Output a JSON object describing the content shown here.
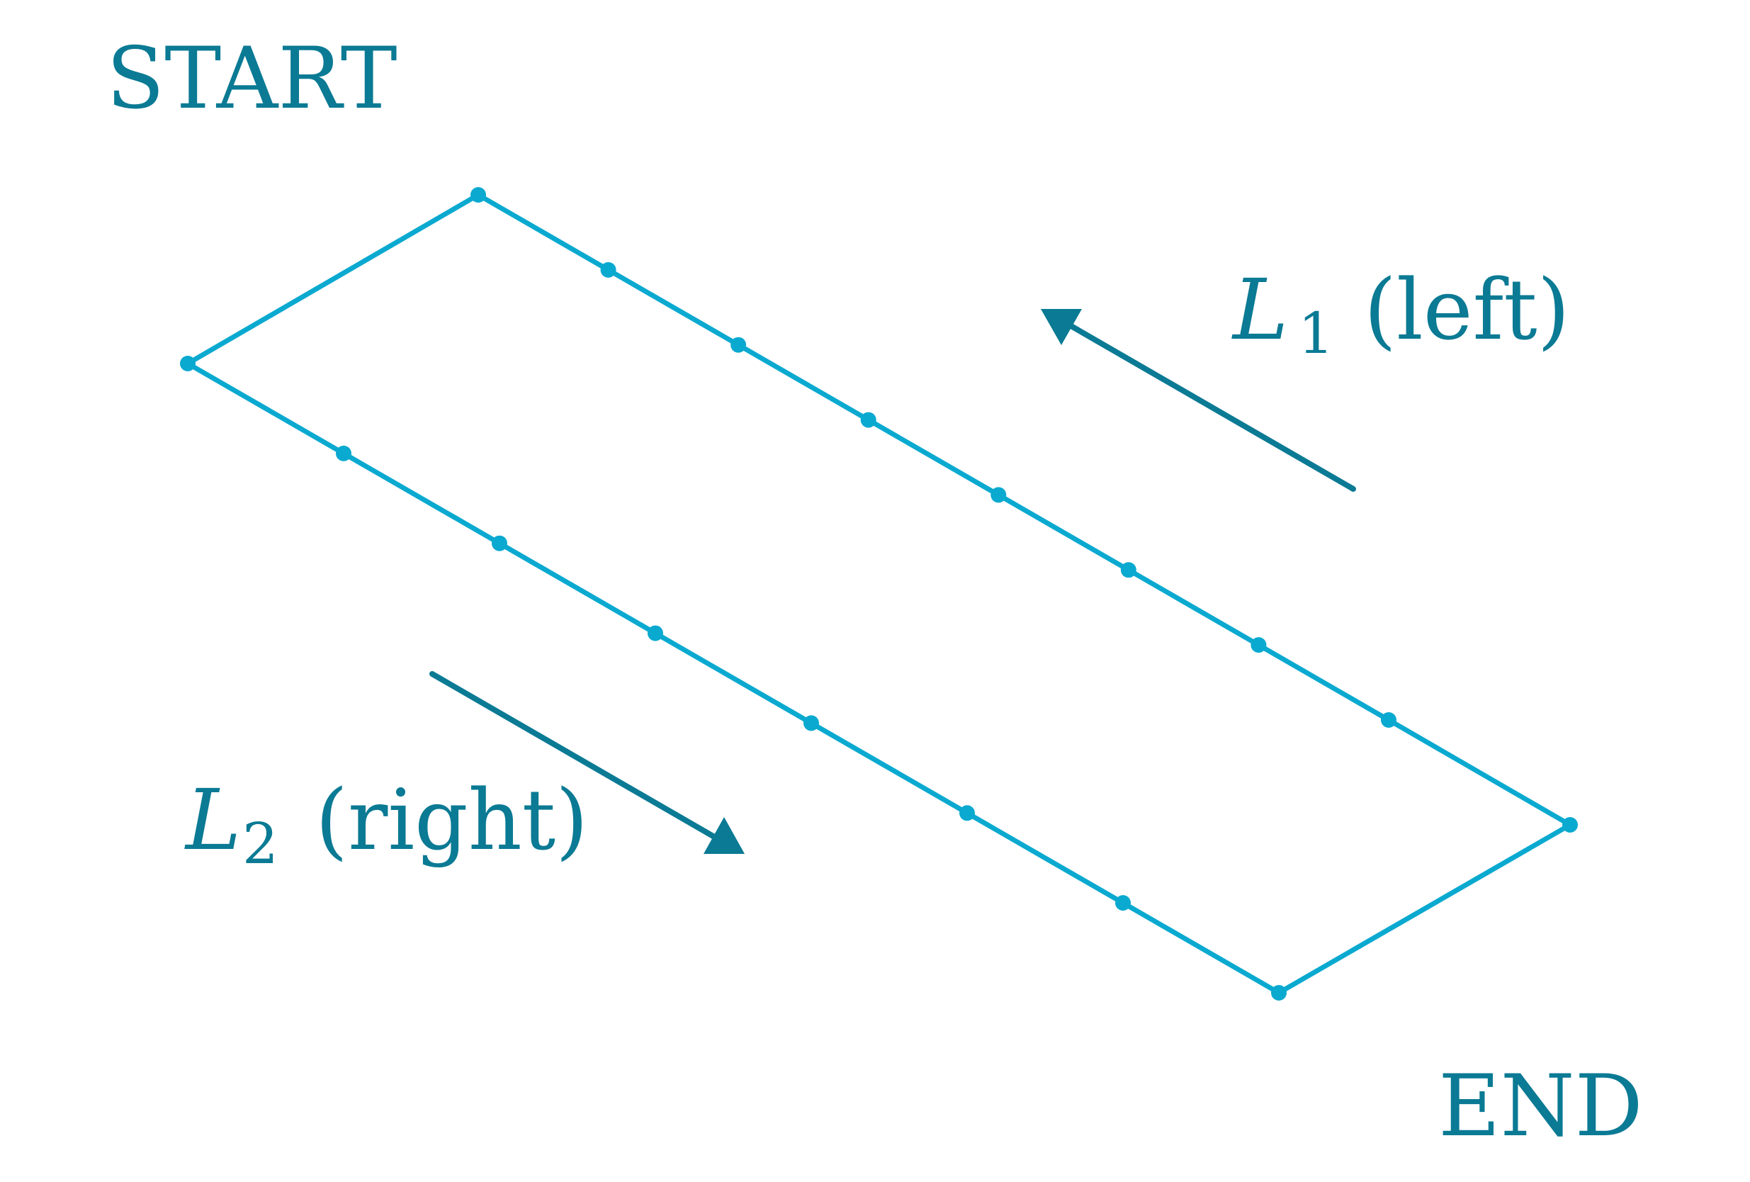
{
  "labels": {
    "start": "START",
    "end": "END",
    "l1_letter": "L",
    "l1_sub": "1",
    "l1_dir": "(left)",
    "l2_letter": "L",
    "l2_sub": "2",
    "l2_dir": "(right)"
  },
  "colors": {
    "path": "#0aa9d0",
    "node": "#0aa9d0",
    "arrow": "#0b7a94",
    "text": "#0b7a94"
  },
  "structure": {
    "lanes": 2,
    "nodes_per_lane": 8,
    "shape": "zigzag-parallelogram"
  }
}
